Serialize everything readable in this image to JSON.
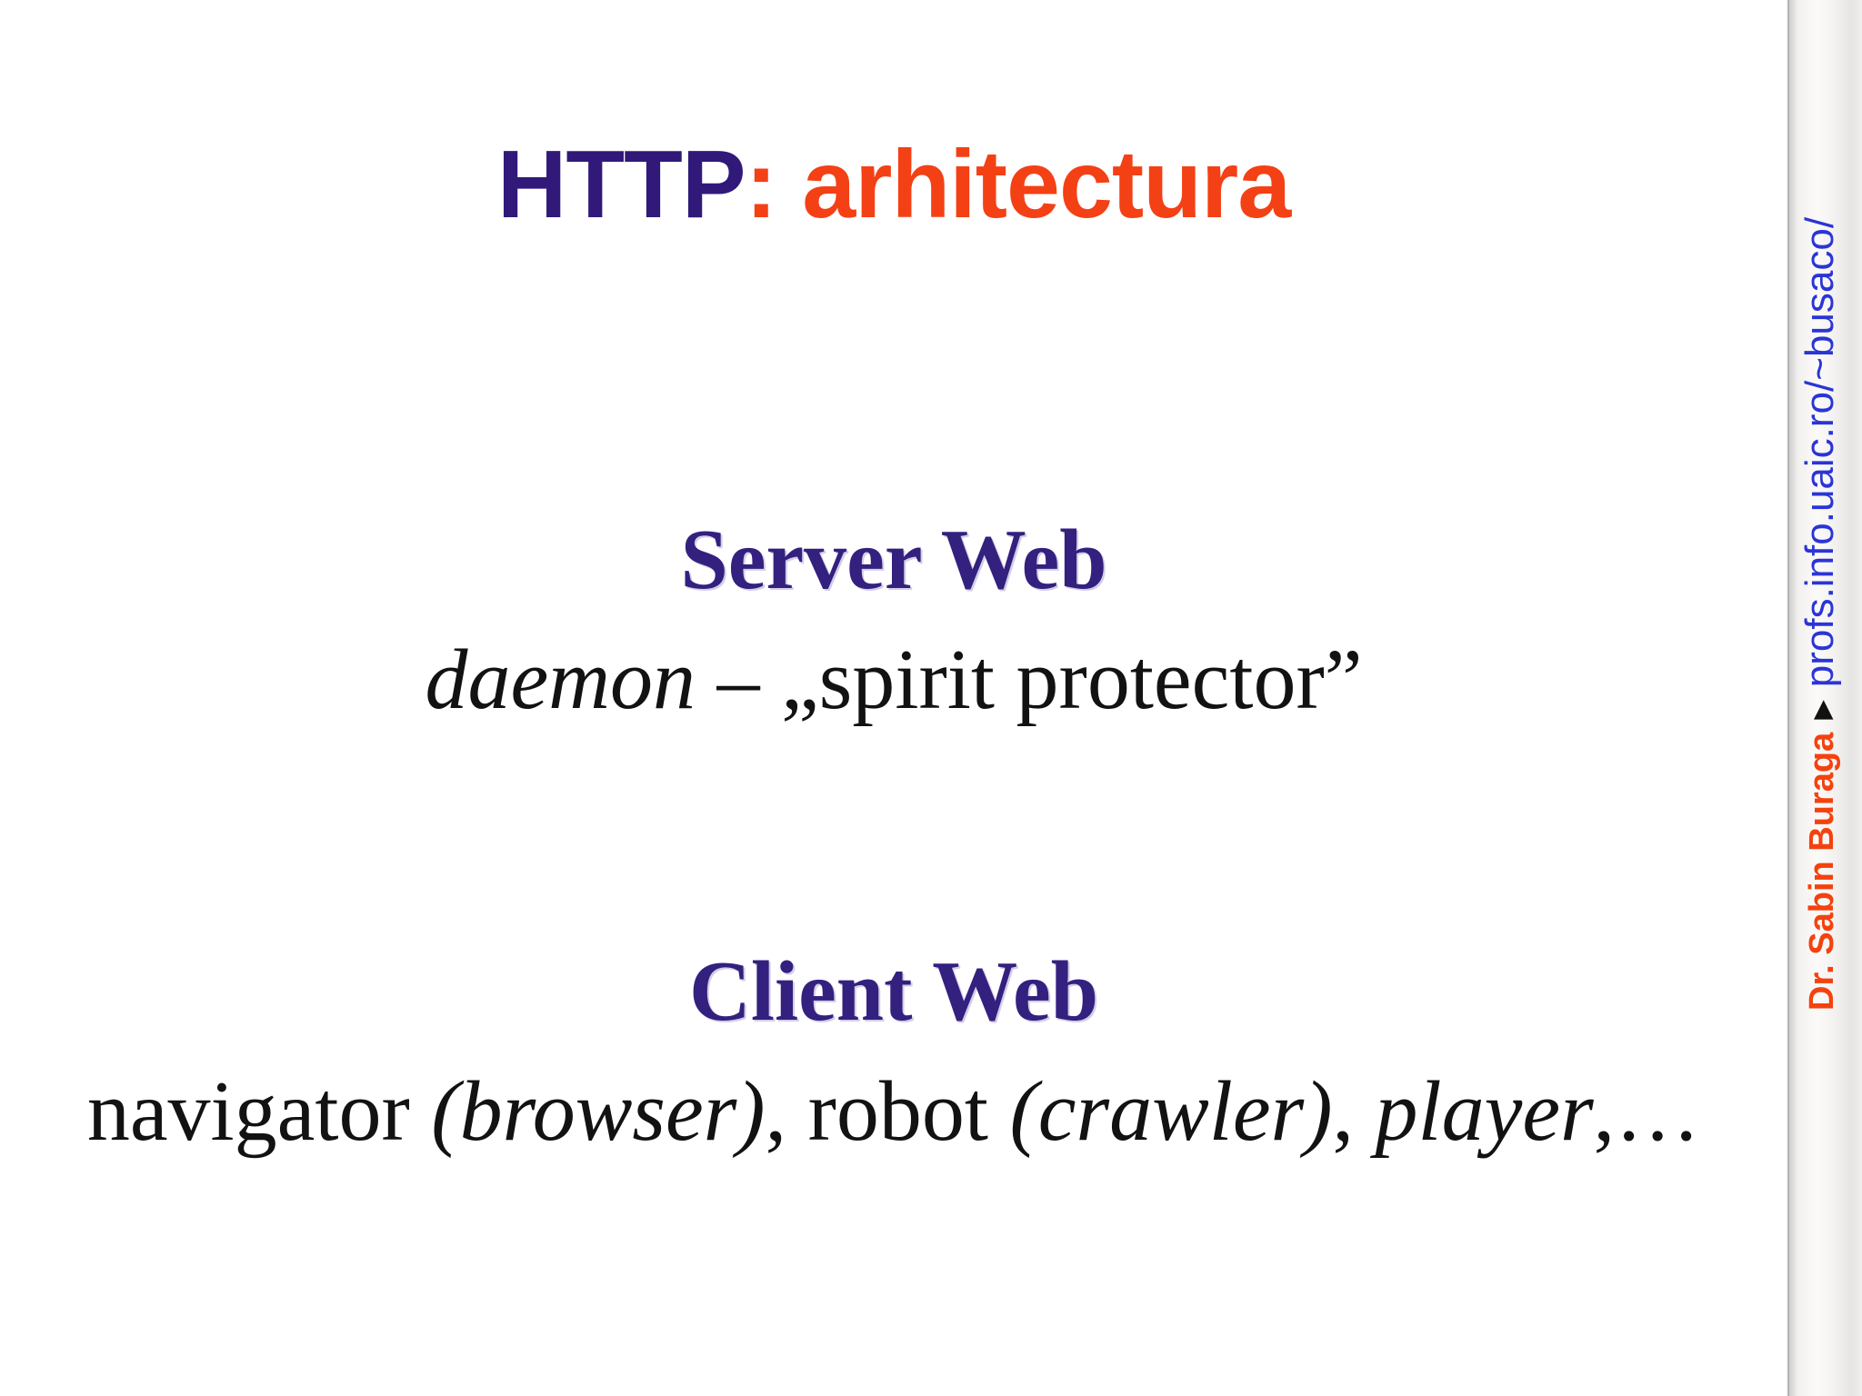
{
  "title": {
    "http": "HTTP",
    "rest": ": arhitectura"
  },
  "sections": [
    {
      "heading": "Server Web",
      "runs": [
        {
          "text": "daemon",
          "italic": true
        },
        {
          "text": " – „spirit protector”",
          "italic": false
        }
      ]
    },
    {
      "heading": "Client Web",
      "runs": [
        {
          "text": "navigator ",
          "italic": false
        },
        {
          "text": "(browser)",
          "italic": true
        },
        {
          "text": ", robot ",
          "italic": false
        },
        {
          "text": "(crawler)",
          "italic": true
        },
        {
          "text": ", ",
          "italic": false
        },
        {
          "text": "player",
          "italic": true
        },
        {
          "text": ",…",
          "italic": false
        }
      ]
    }
  ],
  "sidebar": {
    "author": "Dr. Sabin Buraga",
    "separator": "▶",
    "url": "profs.info.uaic.ro/~busaco/"
  },
  "colors": {
    "title_purple": "#31197a",
    "accent_orange": "#f44015",
    "heading_purple": "#34207f",
    "body_text": "#121212",
    "sidebar_orange": "#f4420e",
    "sidebar_blue": "#2b35d5"
  }
}
